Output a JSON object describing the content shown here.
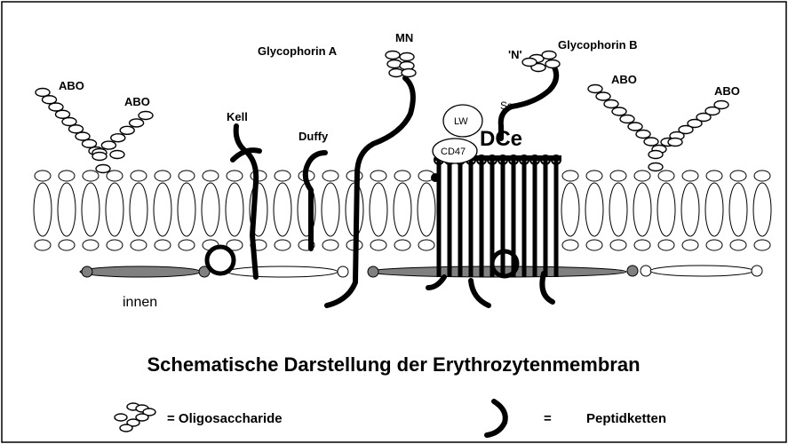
{
  "labels": {
    "abo_1": "ABO",
    "abo_2": "ABO",
    "abo_3": "ABO",
    "abo_4": "ABO",
    "kell": "Kell",
    "duffy": "Duffy",
    "glycophorin_a": "Glycophorin A",
    "mn": "MN",
    "n_antigen": "'N'",
    "glycophorin_b": "Glycophorin B",
    "ss": "Ss",
    "lw": "LW",
    "cd47": "CD47",
    "dce": "DCe",
    "innen": "innen"
  },
  "title": "Schematische Darstellung der Erythrozytenmembran",
  "legend": {
    "oligo_label": "= Oligosaccharide",
    "pep_eq": "=",
    "pep_label": "Peptidketten"
  },
  "colors": {
    "line": "#000000",
    "skeleton_fill": "#808080",
    "background": "#ffffff"
  }
}
